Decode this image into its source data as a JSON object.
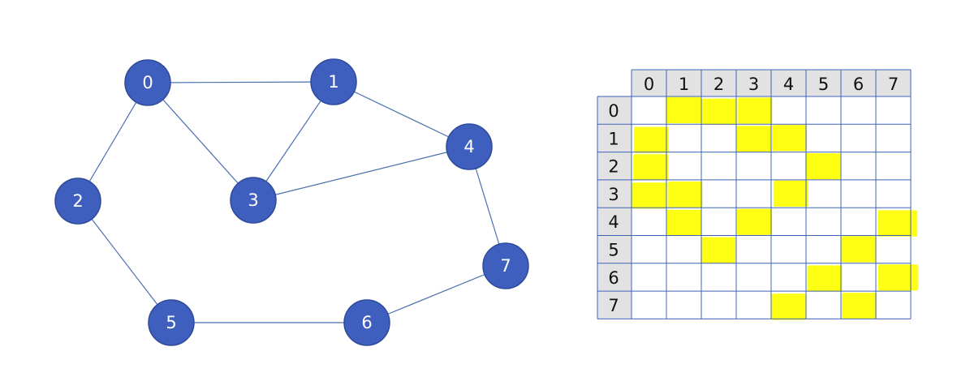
{
  "colors": {
    "node_fill": "#3f5fbf",
    "node_stroke": "#2e4a99",
    "edge": "#4a6fb0",
    "grid_line": "#3e64b5",
    "header_bg": "#e2e2e2",
    "highlight": "#ffff00"
  },
  "graph": {
    "nodes": [
      "0",
      "1",
      "2",
      "3",
      "4",
      "5",
      "6",
      "7"
    ],
    "edges": [
      [
        0,
        1
      ],
      [
        0,
        2
      ],
      [
        0,
        3
      ],
      [
        1,
        3
      ],
      [
        1,
        4
      ],
      [
        3,
        4
      ],
      [
        2,
        5
      ],
      [
        5,
        6
      ],
      [
        6,
        7
      ],
      [
        4,
        7
      ]
    ]
  },
  "matrix": {
    "column_headers": [
      "0",
      "1",
      "2",
      "3",
      "4",
      "5",
      "6",
      "7"
    ],
    "row_headers": [
      "0",
      "1",
      "2",
      "3",
      "4",
      "5",
      "6",
      "7"
    ],
    "highlighted_cells": [
      [
        0,
        1
      ],
      [
        0,
        2
      ],
      [
        0,
        3
      ],
      [
        1,
        0
      ],
      [
        1,
        3
      ],
      [
        1,
        4
      ],
      [
        2,
        0
      ],
      [
        2,
        5
      ],
      [
        3,
        0
      ],
      [
        3,
        1
      ],
      [
        3,
        4
      ],
      [
        4,
        1
      ],
      [
        4,
        3
      ],
      [
        4,
        7
      ],
      [
        5,
        2
      ],
      [
        5,
        6
      ],
      [
        6,
        5
      ],
      [
        6,
        7
      ],
      [
        7,
        4
      ],
      [
        7,
        6
      ]
    ]
  }
}
